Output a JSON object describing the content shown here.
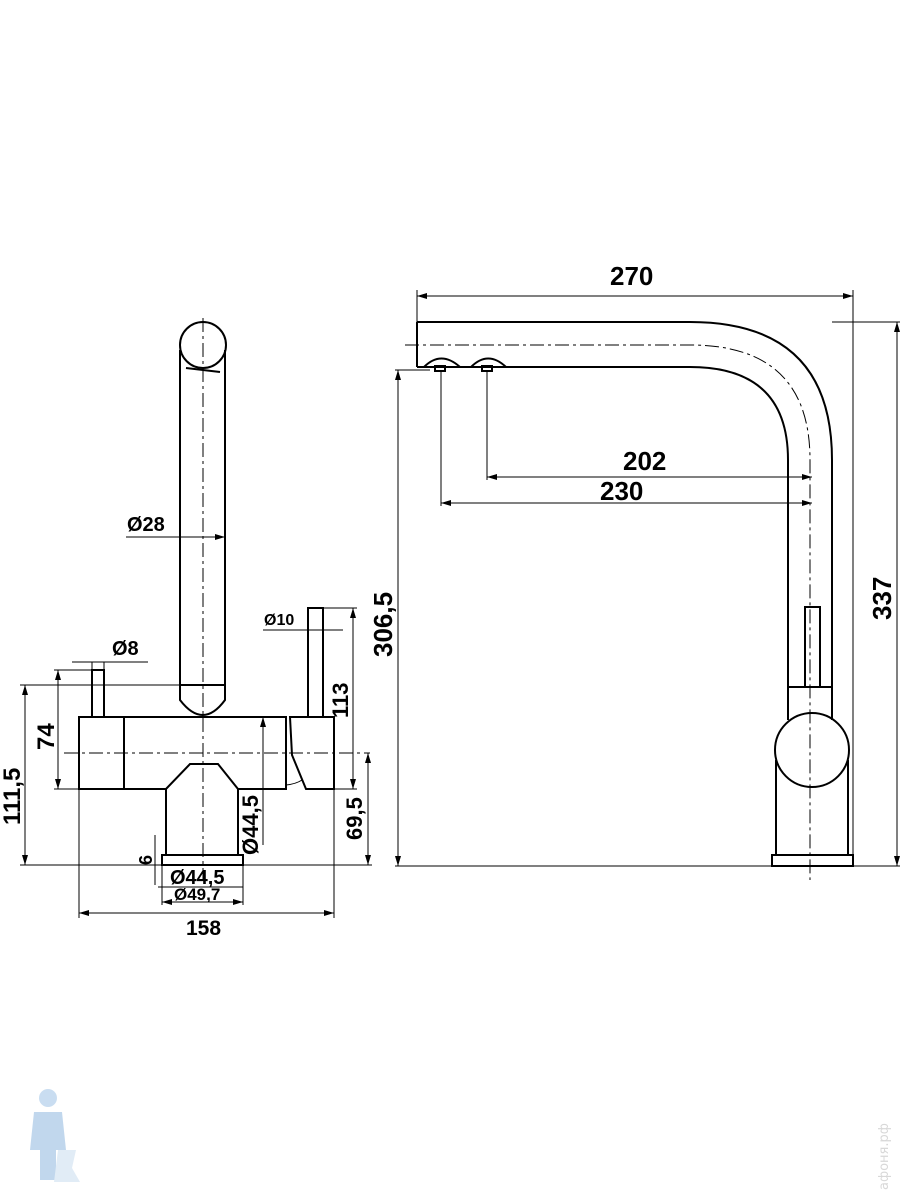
{
  "front_view": {
    "dimensions": {
      "spout_diameter": "Ø28",
      "left_lever_diameter": "Ø8",
      "right_lever_diameter": "Ø10",
      "total_height_body": "111,5",
      "left_lever_height": "74",
      "right_lever_height": "113",
      "axis_height": "69,5",
      "body_diameter": "Ø44,5",
      "base_height": "6",
      "base_inner_diameter": "Ø44,5",
      "base_outer_diameter": "Ø49,7",
      "total_width": "158"
    }
  },
  "side_view": {
    "dimensions": {
      "spout_reach": "270",
      "aerator_1_reach": "202",
      "aerator_2_reach": "230",
      "spout_outlet_height": "306,5",
      "total_height": "337"
    }
  },
  "watermark": "афоня.рф"
}
